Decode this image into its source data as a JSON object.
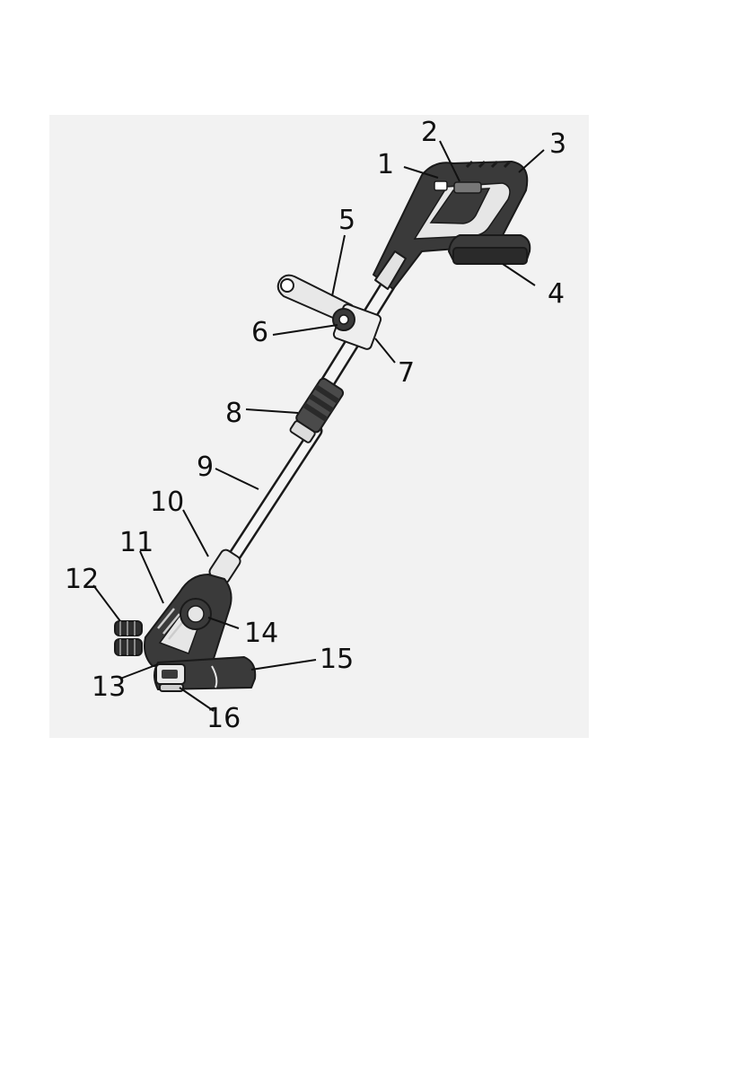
{
  "diagram": {
    "callouts": [
      {
        "number": "1"
      },
      {
        "number": "2"
      },
      {
        "number": "3"
      },
      {
        "number": "4"
      },
      {
        "number": "5"
      },
      {
        "number": "6"
      },
      {
        "number": "7"
      },
      {
        "number": "8"
      },
      {
        "number": "9"
      },
      {
        "number": "10"
      },
      {
        "number": "11"
      },
      {
        "number": "12"
      },
      {
        "number": "13"
      },
      {
        "number": "14"
      },
      {
        "number": "15"
      },
      {
        "number": "16"
      }
    ]
  },
  "colors": {
    "panel_background": "#f2f2f2",
    "line": "#111111",
    "body_dark": "#3a3a3a",
    "body_light": "#e6e6e6"
  }
}
